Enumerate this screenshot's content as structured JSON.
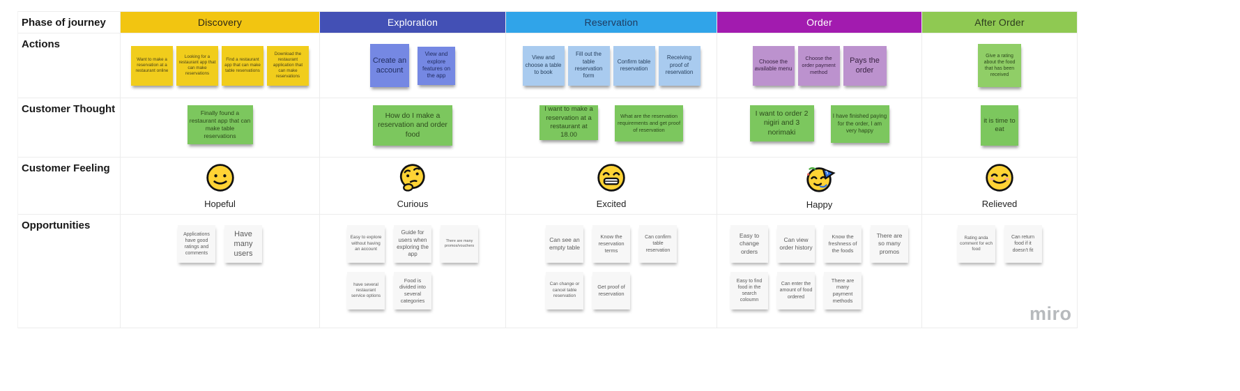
{
  "watermark": "miro",
  "row_labels": {
    "phase": "Phase of journey",
    "actions": "Actions",
    "thought": "Customer Thought",
    "feeling": "Customer Feeling",
    "opportunities": "Opportunities"
  },
  "colors": {
    "phase_discovery": "#F2C511",
    "phase_exploration": "#4350B5",
    "phase_reservation": "#30A4E9",
    "phase_order": "#A21BAF",
    "phase_after_order": "#8FC952",
    "note_discovery": "#F1CD1C",
    "note_exploration": "#7588E3",
    "note_reservation": "#A9CBEF",
    "note_order": "#BC92CE",
    "note_after_order": "#90CE67",
    "note_thought": "#7CC75E",
    "note_opportunity": "#F7F7F7"
  },
  "phases": [
    {
      "name": "Discovery",
      "actions": [
        "Want to make a reservation at a restaurant online",
        "Looking for a restaurant app that can make reservations",
        "Find a restaurant app that can make table reservations",
        "Download the restaurant application that can make reservations"
      ],
      "thoughts": [
        "Finally found a restaurant app that can make table reservations"
      ],
      "feeling": {
        "icon": "slightly-smiling-face",
        "label": "Hopeful"
      },
      "opportunities_row1": [
        "Applications have good ratings and comments",
        "Have many users"
      ],
      "opportunities_row2": []
    },
    {
      "name": "Exploration",
      "actions": [
        "Create an account",
        "View and explore features on the app"
      ],
      "thoughts": [
        "How do I make a reservation and order food"
      ],
      "feeling": {
        "icon": "thinking-face",
        "label": "Curious"
      },
      "opportunities_row1": [
        "Easy to explore without having an account",
        "Guide for users when exploring the app",
        "There are many promos/vouchers"
      ],
      "opportunities_row2": [
        "have several restaurant service options",
        "Food is divided into several categories"
      ]
    },
    {
      "name": "Reservation",
      "actions": [
        "View and choose a table to book",
        "Fill out the table reservation form",
        "Confirm table reservation",
        "Receiving proof of reservation"
      ],
      "thoughts": [
        "I want to make a reservation at a restaurant at 18.00",
        "What are the reservation requirements and get proof of reservation"
      ],
      "feeling": {
        "icon": "beaming-face-with-smiling-eyes",
        "label": "Excited"
      },
      "opportunities_row1": [
        "Can see an empty table",
        "Know the reservation terms",
        "Can confirm table reservation"
      ],
      "opportunities_row2": [
        "Can change or cancel table reservation",
        "Get proof of reservation"
      ]
    },
    {
      "name": "Order",
      "actions": [
        "Choose the available menu",
        "Choose the order payment method",
        "Pays the order"
      ],
      "thoughts": [
        "I want to order 2 nigiri and 3 norimaki",
        "I have finished paying for the order, I am very happy"
      ],
      "feeling": {
        "icon": "partying-face",
        "label": "Happy"
      },
      "opportunities_row1": [
        "Easy to change orders",
        "Can view order history",
        "Know the freshness of the foods",
        "There are so many promos"
      ],
      "opportunities_row2": [
        "Easy to find food in the search coloumn",
        "Can enter the amount of food ordered",
        "There are many payment methods"
      ]
    },
    {
      "name": "After Order",
      "actions": [
        "Give a rating about the food that has been received"
      ],
      "thoughts": [
        "it is time to eat"
      ],
      "feeling": {
        "icon": "smiling-face-with-smiling-eyes",
        "label": "Relieved"
      },
      "opportunities_row1": [
        "Rating anda comment for ech food",
        "Can return food if it doesn't fit"
      ],
      "opportunities_row2": []
    }
  ]
}
